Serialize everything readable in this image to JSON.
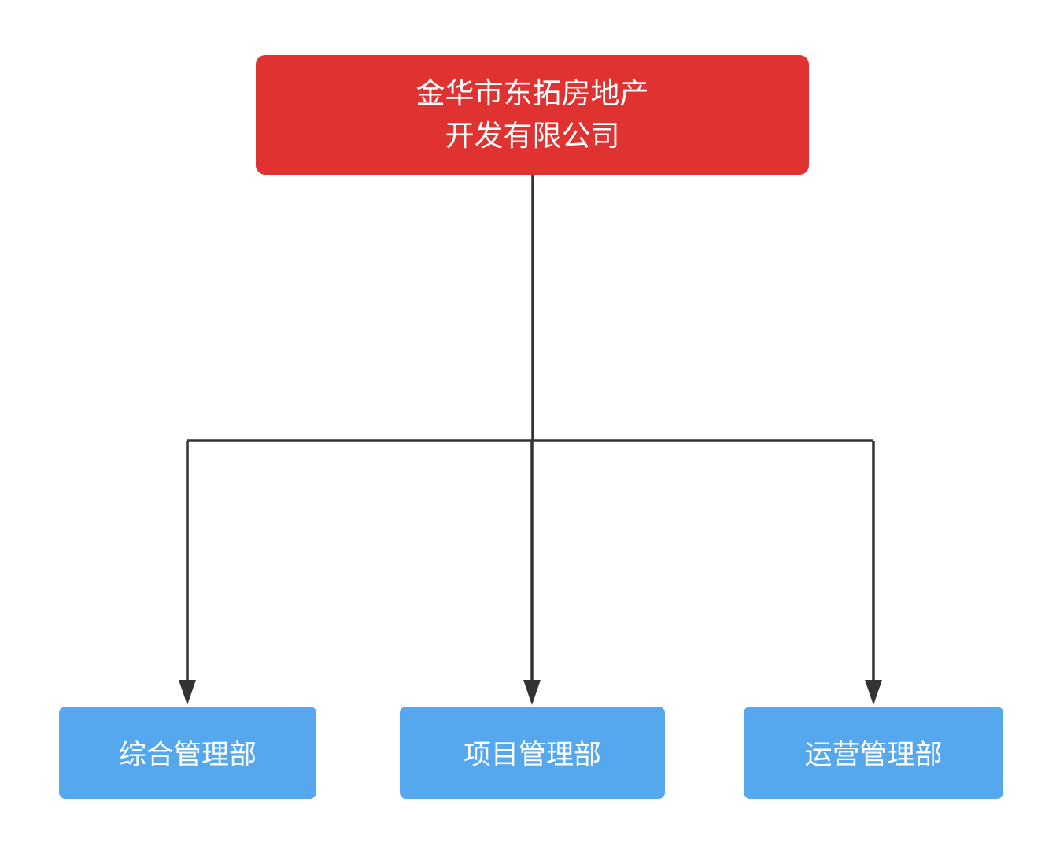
{
  "org_chart": {
    "root": {
      "label_line1": "金华市东拓房地产",
      "label_line2": "开发有限公司"
    },
    "departments": [
      {
        "label": "综合管理部"
      },
      {
        "label": "项目管理部"
      },
      {
        "label": "运营管理部"
      }
    ],
    "colors": {
      "root_bg": "#e03231",
      "department_bg": "#55a8ee",
      "connector": "#333333",
      "text": "#ffffff"
    }
  }
}
